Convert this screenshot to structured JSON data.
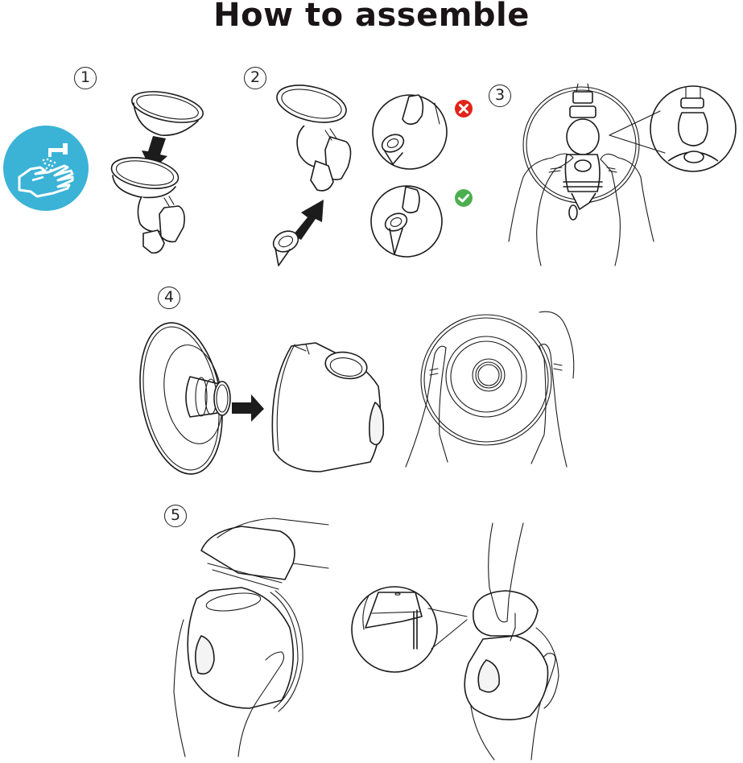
{
  "title": "How to assemble",
  "colors": {
    "text": "#1a1416",
    "wash_icon_bg": "#3bb3d6",
    "wrong_badge": "#e2231a",
    "correct_badge": "#4caf50",
    "line_art": "#1b1b1b"
  },
  "icons": {
    "wash_hands": "hand-washing-icon",
    "wrong": "x-circle-icon",
    "correct": "check-circle-icon"
  },
  "steps": [
    {
      "number": "1",
      "symbol": "①",
      "illustration": "Place silicone membrane onto the valve connector cup"
    },
    {
      "number": "2",
      "symbol": "②",
      "illustration": "Push duckbill valve onto connector bottom; wrong vs correct fit shown"
    },
    {
      "number": "3",
      "symbol": "③",
      "illustration": "Hold flange and check valve is seated, with magnified view"
    },
    {
      "number": "4",
      "symbol": "④",
      "illustration": "Insert flange tube into the pump housing and press around the rim"
    },
    {
      "number": "5",
      "symbol": "⑤",
      "illustration": "Attach motor top onto housing and press until aligned, with magnified view"
    }
  ]
}
